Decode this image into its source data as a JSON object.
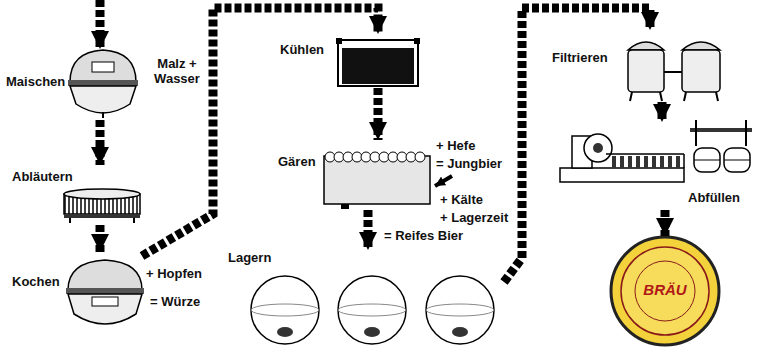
{
  "diagram": {
    "nodes": [
      {
        "text": [
          "Maischen"
        ]
      },
      {
        "text": [
          "Abläutern"
        ]
      },
      {
        "text": [
          "Kochen"
        ]
      },
      {
        "text": [
          "Kühlen"
        ]
      },
      {
        "text": [
          "Gären"
        ]
      },
      {
        "text": [
          "Lagern"
        ]
      },
      {
        "text": [
          "Filtrieren"
        ]
      },
      {
        "text": [
          "Abfüllen"
        ]
      },
      {
        "text": [
          "BRÄU"
        ]
      }
    ],
    "edges": [
      {
        "from": 0,
        "to": 1,
        "arrow": "to"
      },
      {
        "from": 1,
        "to": 2,
        "arrow": "to"
      },
      {
        "from": 2,
        "to": 3,
        "arrow": "to"
      },
      {
        "from": 3,
        "to": 4,
        "arrow": "to"
      },
      {
        "from": 4,
        "to": 5,
        "arrow": "to"
      },
      {
        "from": 5,
        "to": 6,
        "arrow": "to"
      },
      {
        "from": 6,
        "to": 7,
        "arrow": "to"
      },
      {
        "from": 7,
        "to": 8,
        "arrow": "to"
      }
    ],
    "labels": [
      "Malz + Wasser",
      "+ Hopfen",
      "= Würze",
      "+ Hefe",
      "= Jungbier",
      "+ Kälte",
      "+ Lagerzeit",
      "= Reifes Bier"
    ]
  }
}
